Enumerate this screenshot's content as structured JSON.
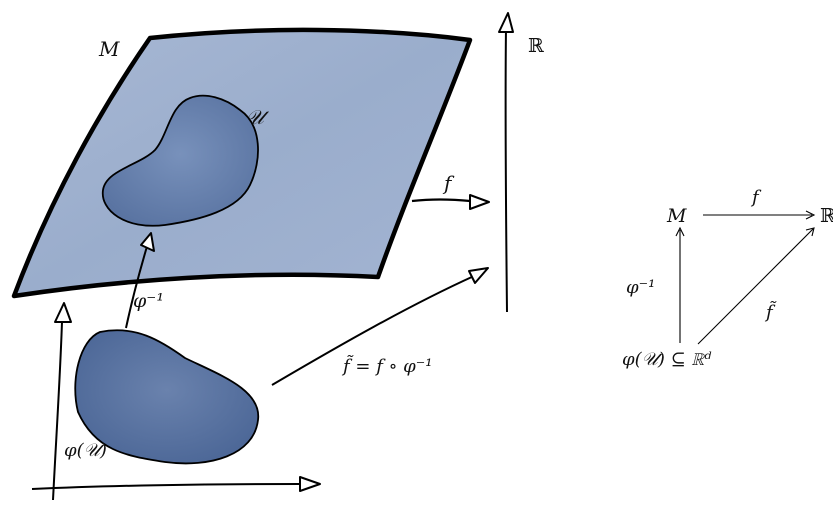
{
  "labels": {
    "manifold": "M",
    "reals": "ℝ",
    "open_set": "𝒰",
    "chart_inverse": "φ⁻¹",
    "map_f": "f",
    "composite": "f̃ = f ∘ φ⁻¹",
    "image_set": "φ(𝒰)"
  },
  "commutative_diagram": {
    "top_left": "M",
    "top_right": "ℝ",
    "top_arrow": "f",
    "left_arrow": "φ⁻¹",
    "diag_arrow": "f̃",
    "bottom_left": "φ(𝒰) ⊆ ℝᵈ"
  },
  "colors": {
    "manifold_fill": "#9fb1cf",
    "blob_fill": "#536f9f",
    "ink": "#111111"
  }
}
